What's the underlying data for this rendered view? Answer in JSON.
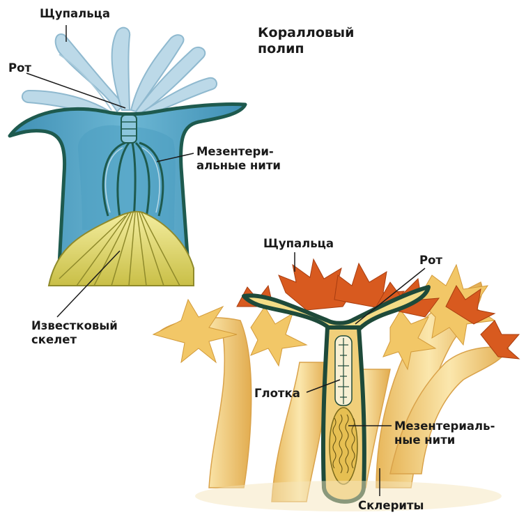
{
  "title": "Коралловый\nполип",
  "top_polyp": {
    "tentacles": "Щупальца",
    "mouth": "Рот",
    "mesenterial": "Мезентери-\nальные нити",
    "skeleton": "Известковый\nскелет"
  },
  "bottom_polyp": {
    "tentacles": "Щупальца",
    "mouth": "Рот",
    "pharynx": "Глотка",
    "mesenterial": "Мезентериаль-\nные нити",
    "sclerites": "Склериты"
  },
  "colors": {
    "polyp_blue": "#5aa7c6",
    "tentacle_blue": "#b9d8e6",
    "outline_green": "#1e5a4e",
    "skeleton_yellow": "#e3d96a",
    "coral_yellow": "#f3d27e",
    "coral_orange": "#d9541c"
  }
}
